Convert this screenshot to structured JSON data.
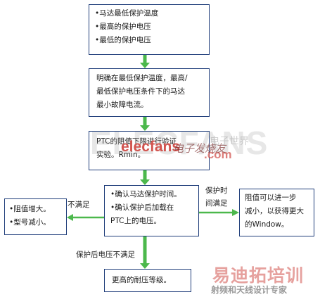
{
  "boxes": {
    "top": [
      "•马达最低保护温度",
      "•最高的保护电压",
      "•最低的保护电压"
    ],
    "second": [
      "明确在最低保护温度，最高/",
      "最低保护电压条件下的马达",
      "最小故障电流。"
    ],
    "third": [
      "PTC的阻值下限进行验证",
      "实验。Rmin。"
    ],
    "middle": [
      "•确认马达保护时间。",
      "•确认保护后加载在",
      "PTC上的电压。"
    ],
    "left": [
      "•阻值增大。",
      "•型号减小。"
    ],
    "right": [
      "阻值可以进一步",
      "减小，以获得更大",
      "的Window。"
    ],
    "bottom": [
      "更高的耐压等级。"
    ]
  },
  "labels": {
    "not_satisfied": "不满足",
    "protection_time_line1": "保护时",
    "protection_time_line2": "间满足",
    "voltage_not_satisfied": "保护后电压不满足"
  },
  "watermarks": {
    "elecfans_top": "ELECFANS",
    "elecfans_logo": "elecfans",
    "elecfans_com": ".com",
    "cn_top": "电子发烧友",
    "cn_world": "电子世界",
    "ydt_line1": "易迪拓培训",
    "ydt_line2": "射频和天线设计专家"
  },
  "colors": {
    "box_border": "#1f3d7a",
    "arrow": "#4cb84c",
    "watermark_red": "#d2544f"
  }
}
